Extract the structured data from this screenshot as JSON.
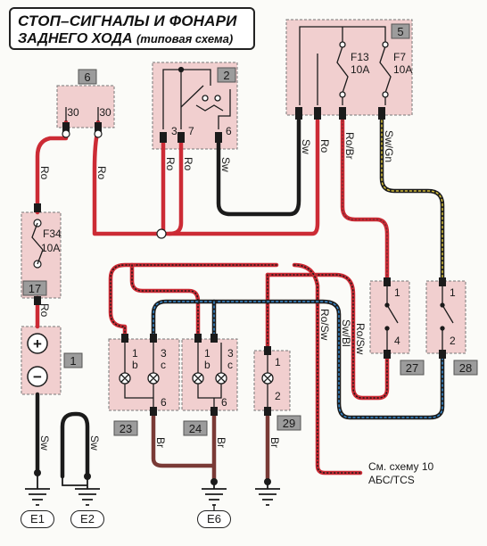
{
  "title": {
    "line1": "СТОП–СИГНАЛЫ И ФОНАРИ",
    "line2_main": "ЗАДНЕГО ХОДА",
    "line2_sub": "(типовая схема)"
  },
  "components": {
    "c1": "1",
    "c2": "2",
    "c5": "5",
    "c6": "6",
    "c17": "17",
    "c23": "23",
    "c24": "24",
    "c27": "27",
    "c28": "28",
    "c29": "29"
  },
  "pins": {
    "c6_a": "30",
    "c6_b": "30",
    "c2_3": "3",
    "c2_7": "7",
    "c2_6": "6",
    "c23_1": "1",
    "c23_b": "b",
    "c23_3": "3",
    "c23_c": "c",
    "c23_6": "6",
    "c24_1": "1",
    "c24_b": "b",
    "c24_3": "3",
    "c24_c": "c",
    "c24_6": "6",
    "c29_1": "1",
    "c29_2": "2",
    "c27_1": "1",
    "c27_4": "4",
    "c28_1": "1",
    "c28_2": "2"
  },
  "fuses": {
    "f34_name": "F34",
    "f34_rating": "10A",
    "f13_name": "F13",
    "f13_rating": "10A",
    "f7_name": "F7",
    "f7_rating": "10A"
  },
  "battery": {
    "plus": "+",
    "minus": "−"
  },
  "wires": {
    "ro_left": "Ro",
    "ro_6": "Ro",
    "ro_17": "Ro",
    "ro_2a": "Ro",
    "ro_2b": "Ro",
    "sw_2": "Sw",
    "sw_5": "Sw",
    "ro_5": "Ro",
    "robr_5": "Ro/Br",
    "swgn_5": "Sw/Gn",
    "sw_e1": "Sw",
    "sw_e2": "Sw",
    "br_23": "Br",
    "br_24": "Br",
    "br_29": "Br",
    "rosw_a": "Ro/Sw",
    "swbl": "Sw/Bl",
    "rosw_b": "Ro/Sw"
  },
  "grounds": {
    "e1": "E1",
    "e2": "E2",
    "e6": "E6"
  },
  "note": {
    "line1": "См. схему 10",
    "line2": "АБС/TCS"
  },
  "colors": {
    "red": "#cc2b35",
    "black": "#1b1b1b",
    "brown": "#7a3a36",
    "blue_dash": "#3a8fd6",
    "green_dash": "#d9c23a",
    "box_fill": "#f1cfcf",
    "box_border": "#777777",
    "tag_fill": "#9c9c9c"
  }
}
